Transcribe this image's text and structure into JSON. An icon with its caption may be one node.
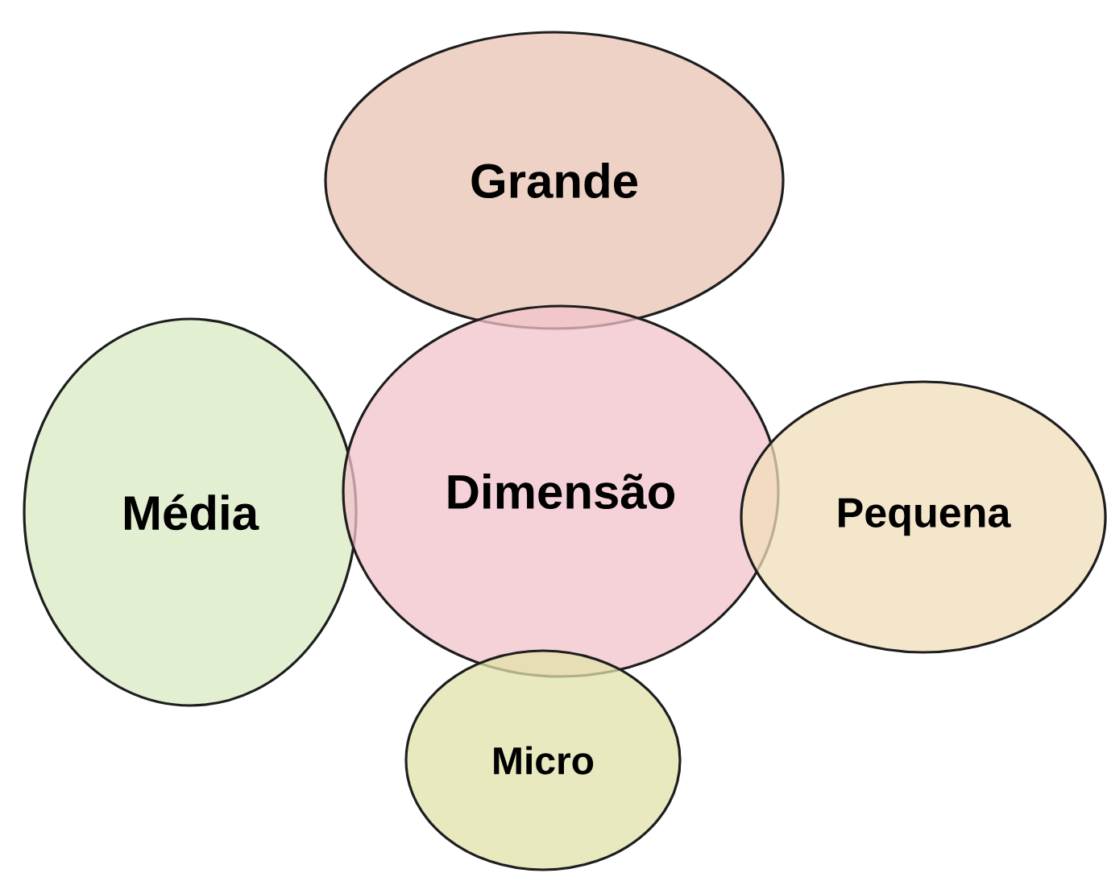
{
  "diagram": {
    "nodes": [
      {
        "text": [
          "Grande"
        ]
      },
      {
        "text": [
          "Média"
        ]
      },
      {
        "text": [
          "Dimensão"
        ]
      },
      {
        "text": [
          "Pequena"
        ]
      },
      {
        "text": [
          "Micro"
        ]
      }
    ]
  }
}
